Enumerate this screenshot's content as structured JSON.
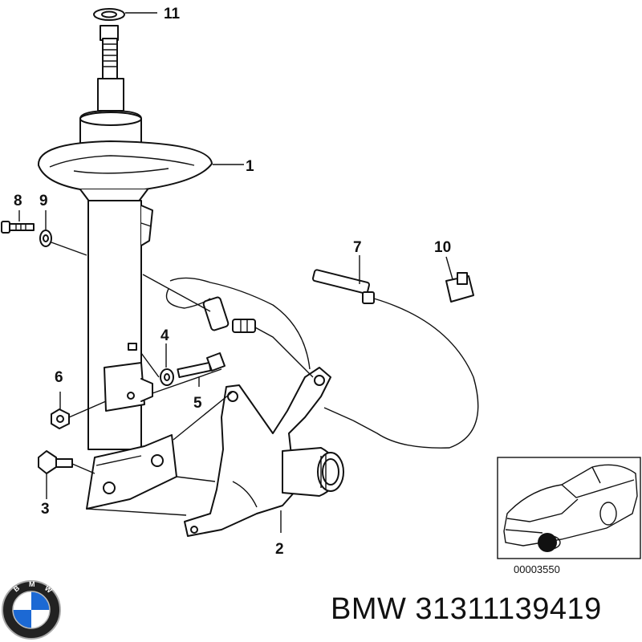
{
  "callouts": {
    "c1": "1",
    "c2": "2",
    "c3": "3",
    "c4": "4",
    "c5": "5",
    "c6": "6",
    "c7": "7",
    "c8": "8",
    "c9": "9",
    "c10": "10",
    "c11": "11"
  },
  "inset": {
    "code": "00003550"
  },
  "brand": {
    "part_label": "BMW 31311139419"
  },
  "colors": {
    "line": "#111111",
    "logo_blue": "#1c69d4",
    "background": "#ffffff"
  }
}
